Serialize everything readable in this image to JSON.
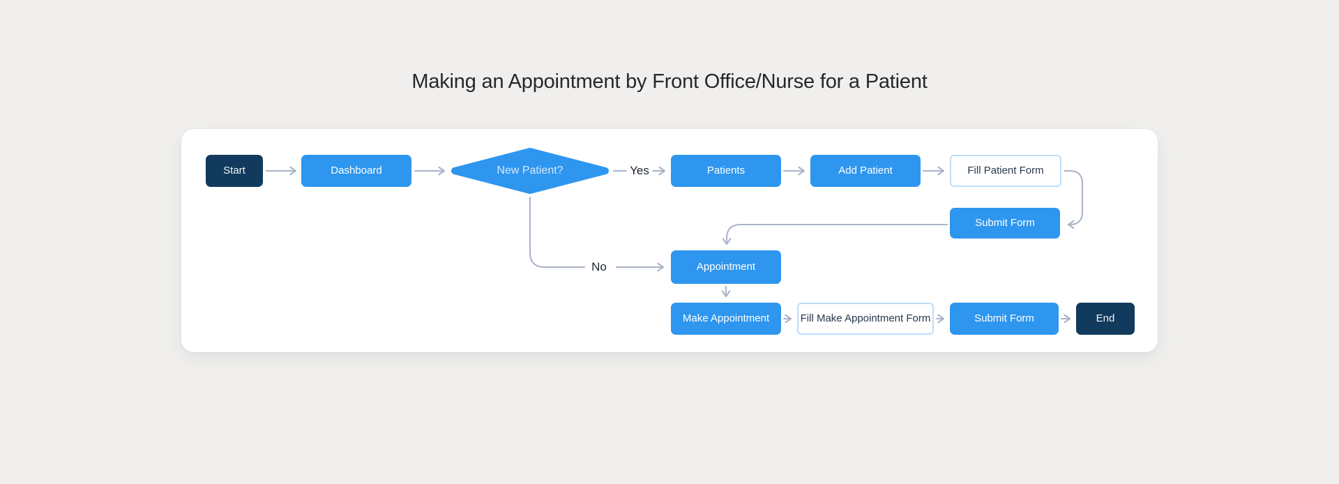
{
  "page_title": "Making an Appointment by Front Office/Nurse for a Patient",
  "flowchart": {
    "nodes": {
      "start": {
        "label": "Start",
        "type": "terminal"
      },
      "dashboard": {
        "label": "Dashboard",
        "type": "process"
      },
      "new_patient_decision": {
        "label": "New Patient?",
        "type": "decision"
      },
      "patients": {
        "label": "Patients",
        "type": "process"
      },
      "add_patient": {
        "label": "Add Patient",
        "type": "process"
      },
      "fill_patient_form": {
        "label": "Fill Patient Form",
        "type": "form"
      },
      "submit_form_top": {
        "label": "Submit Form",
        "type": "process"
      },
      "appointment": {
        "label": "Appointment",
        "type": "process"
      },
      "make_appointment": {
        "label": "Make Appointment",
        "type": "process"
      },
      "fill_make_appointment_form": {
        "label": "Fill Make Appointment Form",
        "type": "form"
      },
      "submit_form_bottom": {
        "label": "Submit Form",
        "type": "process"
      },
      "end": {
        "label": "End",
        "type": "terminal"
      }
    },
    "edge_labels": {
      "yes": "Yes",
      "no": "No"
    },
    "edges": [
      {
        "from": "start",
        "to": "dashboard"
      },
      {
        "from": "dashboard",
        "to": "new_patient_decision"
      },
      {
        "from": "new_patient_decision",
        "to": "patients",
        "label": "Yes"
      },
      {
        "from": "patients",
        "to": "add_patient"
      },
      {
        "from": "add_patient",
        "to": "fill_patient_form"
      },
      {
        "from": "fill_patient_form",
        "to": "submit_form_top"
      },
      {
        "from": "submit_form_top",
        "to": "appointment"
      },
      {
        "from": "new_patient_decision",
        "to": "appointment",
        "label": "No"
      },
      {
        "from": "appointment",
        "to": "make_appointment"
      },
      {
        "from": "make_appointment",
        "to": "fill_make_appointment_form"
      },
      {
        "from": "fill_make_appointment_form",
        "to": "submit_form_bottom"
      },
      {
        "from": "submit_form_bottom",
        "to": "end"
      }
    ],
    "colors": {
      "canvas_bg": "#F0EFED",
      "card_bg": "#FFFFFF",
      "node_blue": "#2E96EE",
      "node_navy": "#113A5C",
      "node_text": "#FFFFFF",
      "decision_text": "#D8E8FB",
      "form_border": "#BEDDF8",
      "form_text": "#27384C",
      "connector": "#A9B3C7",
      "title_text": "#26272B",
      "edge_label_text": "#1B2431"
    }
  }
}
